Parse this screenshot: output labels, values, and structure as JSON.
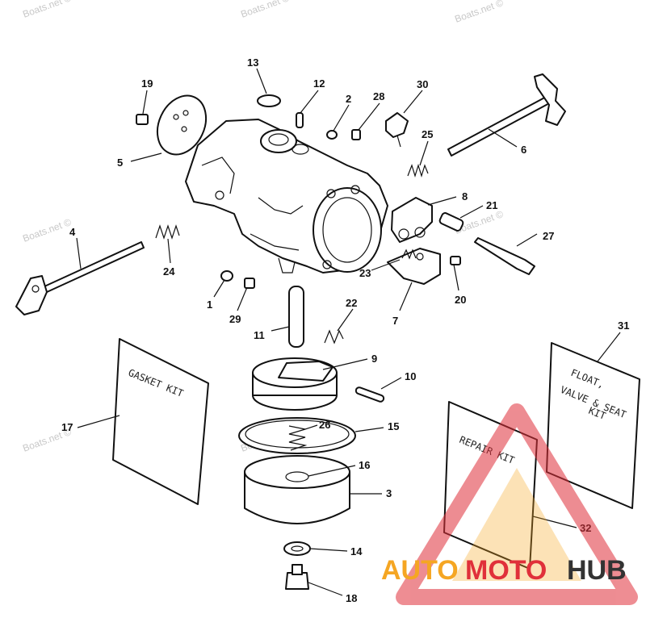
{
  "watermark": "Boats.net ©",
  "labels": {
    "n1": "1",
    "n2": "2",
    "n3": "3",
    "n4": "4",
    "n5": "5",
    "n6": "6",
    "n7": "7",
    "n8": "8",
    "n9": "9",
    "n10": "10",
    "n11": "11",
    "n12": "12",
    "n13": "13",
    "n14": "14",
    "n15": "15",
    "n16": "16",
    "n17": "17",
    "n18": "18",
    "n19": "19",
    "n20": "20",
    "n21": "21",
    "n22": "22",
    "n23": "23",
    "n24": "24",
    "n25": "25",
    "n26": "26",
    "n27": "27",
    "n28": "28",
    "n29": "29",
    "n30": "30",
    "n31": "31",
    "n32": "32"
  },
  "kits": {
    "gasket": "GASKET KIT",
    "repair": "REPAIR KIT",
    "float_line1": "FLOAT,",
    "float_line2": "VALVE & SEAT",
    "float_line3": "KIT"
  },
  "brand": {
    "part1": "AUTO",
    "part2": "MOTO",
    "part3": "HUB",
    "color_orange": "#f5a623",
    "color_red": "#e0303a",
    "color_dark": "#333333"
  }
}
